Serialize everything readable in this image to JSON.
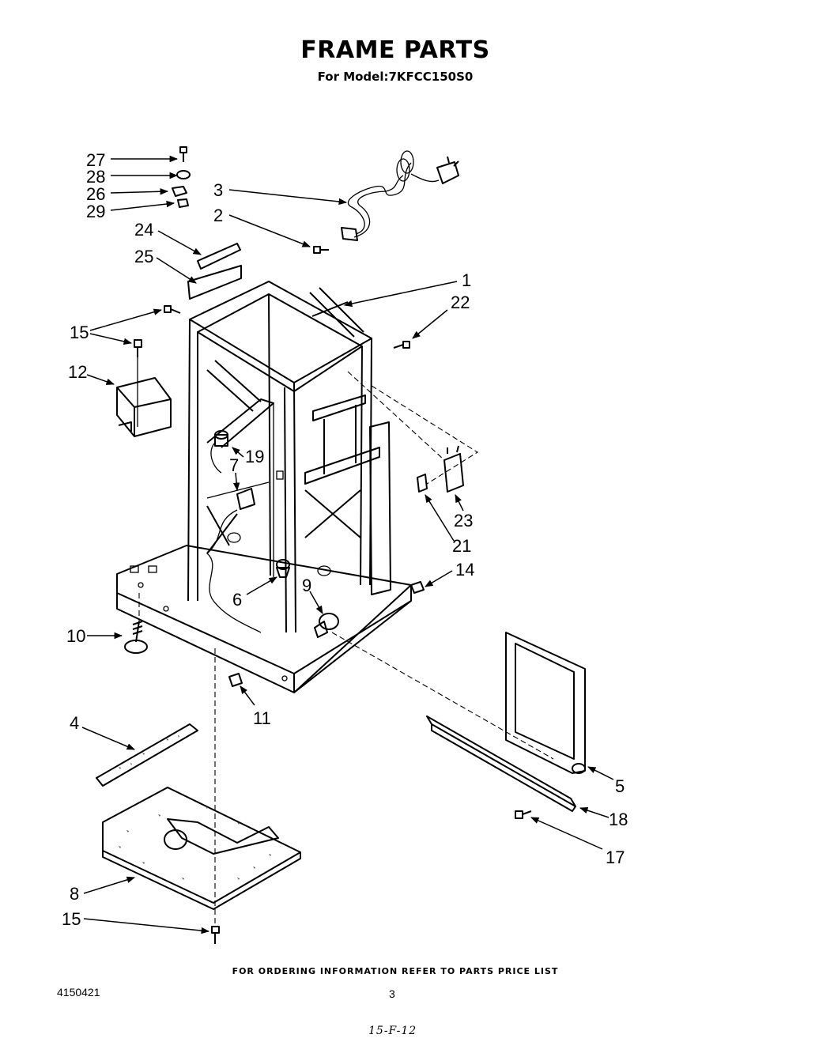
{
  "header": {
    "title": "FRAME PARTS",
    "subtitle": "For Model:7KFCC150S0"
  },
  "callouts": [
    "27",
    "28",
    "26",
    "29",
    "3",
    "2",
    "24",
    "25",
    "1",
    "22",
    "15",
    "12",
    "19",
    "7",
    "23",
    "21",
    "14",
    "9",
    "6",
    "10",
    "11",
    "4",
    "5",
    "18",
    "17",
    "8",
    "15"
  ],
  "footer": {
    "ordering_note": "FOR ORDERING INFORMATION REFER TO PARTS PRICE LIST",
    "document_number": "4150421",
    "page_number": "3",
    "handwritten_note": "15-F-12"
  }
}
